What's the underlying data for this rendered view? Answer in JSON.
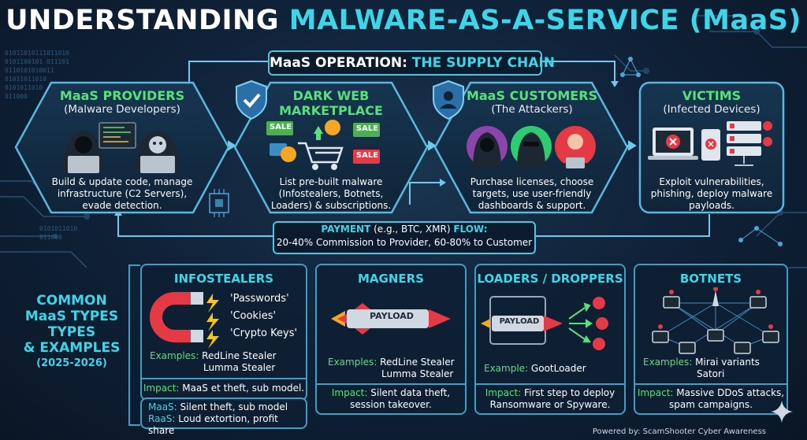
{
  "title": {
    "part1": "UNDERSTANDING ",
    "part2": "MALWARE-AS-A-SERVICE (MaaS)"
  },
  "supply_chain": {
    "part1": "MaaS OPERATION: ",
    "part2": "THE SUPPLY CHAIN"
  },
  "nodes": [
    {
      "title": "MaaS PROVIDERS",
      "subtitle": "(Malware Developers)",
      "desc": [
        "Build & update code, manage",
        "infrastructure (C2 Servers),",
        "evade detection."
      ]
    },
    {
      "title": "DARK WEB",
      "title2": "MARKETPLACE",
      "desc": [
        "List pre-built malware",
        "(Infostealers, Botnets,",
        "Loaders) & subscriptions."
      ],
      "tags": [
        "SALE",
        "SALE",
        "SALE"
      ]
    },
    {
      "title": "MaaS CUSTOMERS",
      "subtitle": "(The Attackers)",
      "desc": [
        "Purchase licenses, choose",
        "targets, use user-friendly",
        "dashboards & support."
      ]
    },
    {
      "title": "VICTIMS",
      "subtitle": "(Infected Devices)",
      "desc": [
        "Exploit vulnerabilities,",
        "phishing, deploy malware",
        "payloads."
      ]
    }
  ],
  "payment": {
    "label": "PAYMENT",
    "paren": " (e.g., BTC, XMR) ",
    "flow": "FLOW:",
    "line2": "20-40% Commission to Provider, 60-80% to Customer"
  },
  "side_label": {
    "l1": "COMMON",
    "l2": "MaaS TYPES",
    "l3": "TYPES",
    "l4": "& EXAMPLES",
    "year": "(2025-2026)"
  },
  "cards": [
    {
      "title": "INFOSTEALERS",
      "items": [
        "'Passwords'",
        "'Cookies'",
        "'Crypto Keys'"
      ],
      "ex_label": "Examples:",
      "ex1": " RedLine Stealer",
      "ex2": "Lumma Stealer",
      "impact_label": "Impact:",
      "impact1": " MaaS et theft, sub model.",
      "impact2": ""
    },
    {
      "title": "MAGNERS",
      "payload": "PAYLOAD",
      "ex_label": "Examples:",
      "ex1": " RedLine Stealer",
      "ex2": "Lumma Stealer",
      "impact_label": "Impact:",
      "impact1": " Silent data theft,",
      "impact2": "session takeover."
    },
    {
      "title": "LOADERS / DROPPERS",
      "payload": "PAYLOAD",
      "ex_label": "Example:",
      "ex1": " GootLoader",
      "ex2": "",
      "impact_label": "Impact:",
      "impact1": " First step to deploy",
      "impact2": "Ransomware or Spyware."
    },
    {
      "title": "BOTNETS",
      "ex_label": "Examples:",
      "ex1": " Mirai variants",
      "ex2": "Satori",
      "impact_label": "Impact:",
      "impact1": " Massive DDoS attacks,",
      "impact2": "spam campaigns."
    }
  ],
  "models": {
    "maas_label": "MaaS:",
    "maas_text": " Silent theft, sub model",
    "raas_label": "RaaS:",
    "raas_text": " Loud extortion, profit share"
  },
  "binary": {
    "b1": "01011010111011010",
    "b2": "0101100101 011101",
    "b3": "0110101010011",
    "b4": "01011011010",
    "b5": "0101011010",
    "b6": "011000"
  },
  "footer": "Powered by: ScamShooter Cyber Awareness",
  "colors": {
    "accent_cyan": "#3fd4e8",
    "accent_green": "#58e07a",
    "border": "#3f9ec4",
    "danger_red": "#e53945",
    "coin_orange": "#f5a623",
    "background": "#10233a"
  }
}
